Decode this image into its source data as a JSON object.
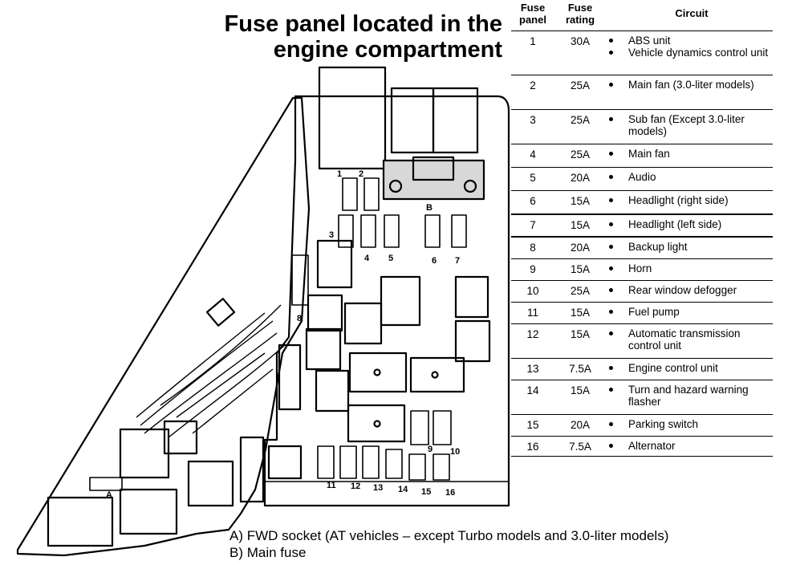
{
  "title": {
    "line1": "Fuse panel located in the",
    "line2": "engine compartment"
  },
  "table": {
    "headers": {
      "panel": "Fuse\npanel",
      "rating": "Fuse\nrating",
      "circuit": "Circuit"
    },
    "rows": [
      {
        "num": "1",
        "rating": "30A",
        "circuits": [
          "ABS unit",
          "Vehicle dynamics control unit"
        ]
      },
      {
        "num": "2",
        "rating": "25A",
        "circuits": [
          "Main fan (3.0-liter models)"
        ]
      },
      {
        "num": "3",
        "rating": "25A",
        "circuits": [
          "Sub fan (Except 3.0-liter models)"
        ]
      },
      {
        "num": "4",
        "rating": "25A",
        "circuits": [
          "Main fan"
        ]
      },
      {
        "num": "5",
        "rating": "20A",
        "circuits": [
          "Audio"
        ]
      },
      {
        "num": "6",
        "rating": "15A",
        "circuits": [
          "Headlight (right side)"
        ]
      },
      {
        "num": "7",
        "rating": "15A",
        "circuits": [
          "Headlight (left side)"
        ]
      },
      {
        "num": "8",
        "rating": "20A",
        "circuits": [
          "Backup light"
        ]
      },
      {
        "num": "9",
        "rating": "15A",
        "circuits": [
          "Horn"
        ]
      },
      {
        "num": "10",
        "rating": "25A",
        "circuits": [
          "Rear window defogger"
        ]
      },
      {
        "num": "11",
        "rating": "15A",
        "circuits": [
          "Fuel pump"
        ]
      },
      {
        "num": "12",
        "rating": "15A",
        "circuits": [
          "Automatic transmission control unit"
        ]
      },
      {
        "num": "13",
        "rating": "7.5A",
        "circuits": [
          "Engine control unit"
        ]
      },
      {
        "num": "14",
        "rating": "15A",
        "circuits": [
          "Turn and hazard warning flasher"
        ]
      },
      {
        "num": "15",
        "rating": "20A",
        "circuits": [
          "Parking switch"
        ]
      },
      {
        "num": "16",
        "rating": "7.5A",
        "circuits": [
          "Alternator"
        ]
      }
    ]
  },
  "diagram_labels": {
    "fuse_numbers": [
      "1",
      "2",
      "3",
      "4",
      "5",
      "6",
      "7",
      "8",
      "9",
      "10",
      "11",
      "12",
      "13",
      "14",
      "15",
      "16"
    ],
    "socket_labels": [
      "A",
      "B"
    ]
  },
  "notes": {
    "a": "A) FWD socket (AT vehicles – except Turbo models and 3.0-liter models)",
    "b": "B) Main fuse"
  }
}
